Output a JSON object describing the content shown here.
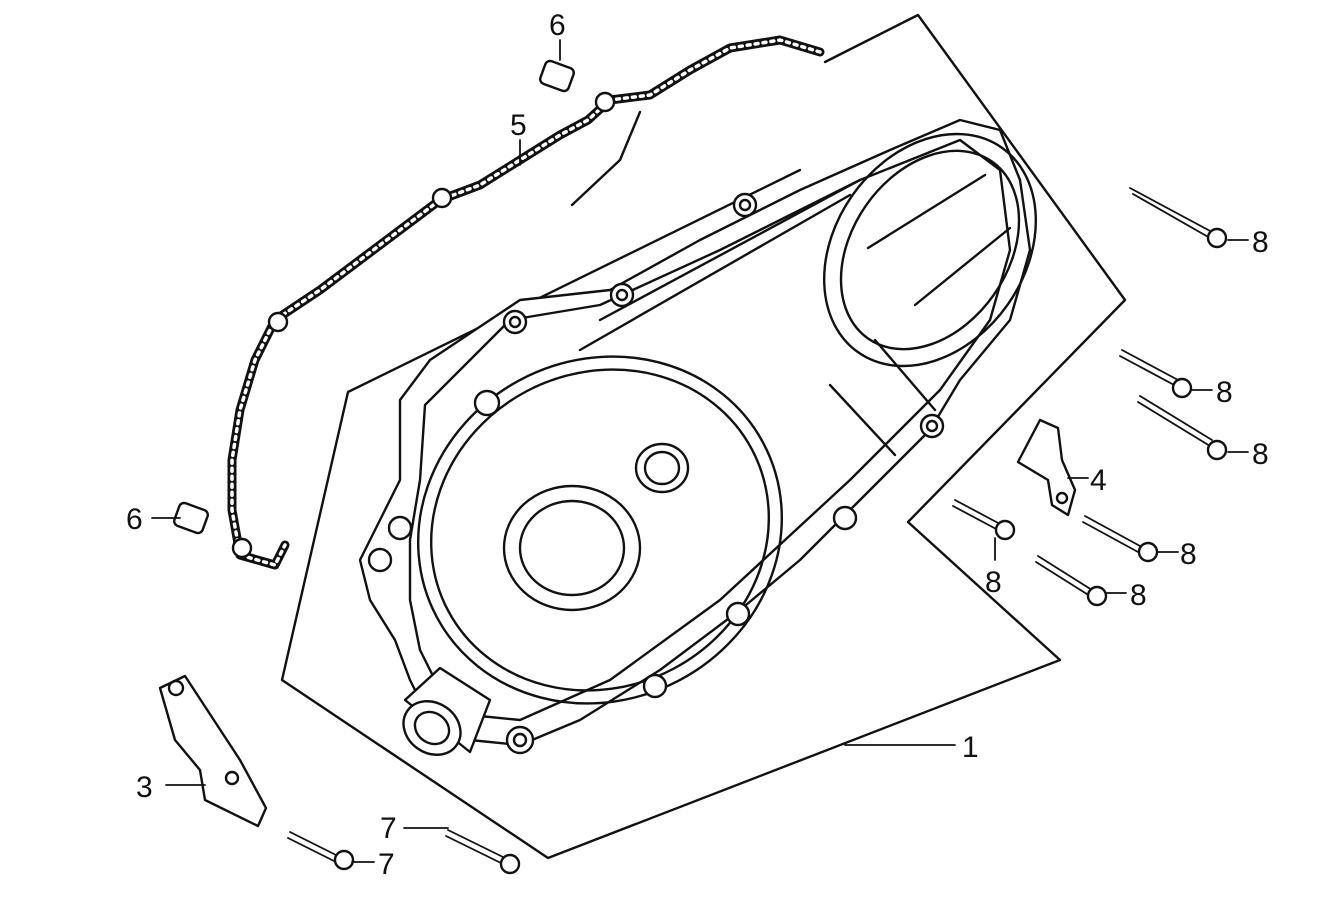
{
  "callouts": [
    {
      "id": "c1",
      "label": "1"
    },
    {
      "id": "c3",
      "label": "3"
    },
    {
      "id": "c4",
      "label": "4"
    },
    {
      "id": "c5",
      "label": "5"
    },
    {
      "id": "c6a",
      "label": "6"
    },
    {
      "id": "c6b",
      "label": "6"
    },
    {
      "id": "c7a",
      "label": "7"
    },
    {
      "id": "c7b",
      "label": "7"
    },
    {
      "id": "c8a",
      "label": "8"
    },
    {
      "id": "c8b",
      "label": "8"
    },
    {
      "id": "c8c",
      "label": "8"
    },
    {
      "id": "c8d",
      "label": "8"
    },
    {
      "id": "c8e",
      "label": "8"
    },
    {
      "id": "c8f",
      "label": "8"
    }
  ]
}
